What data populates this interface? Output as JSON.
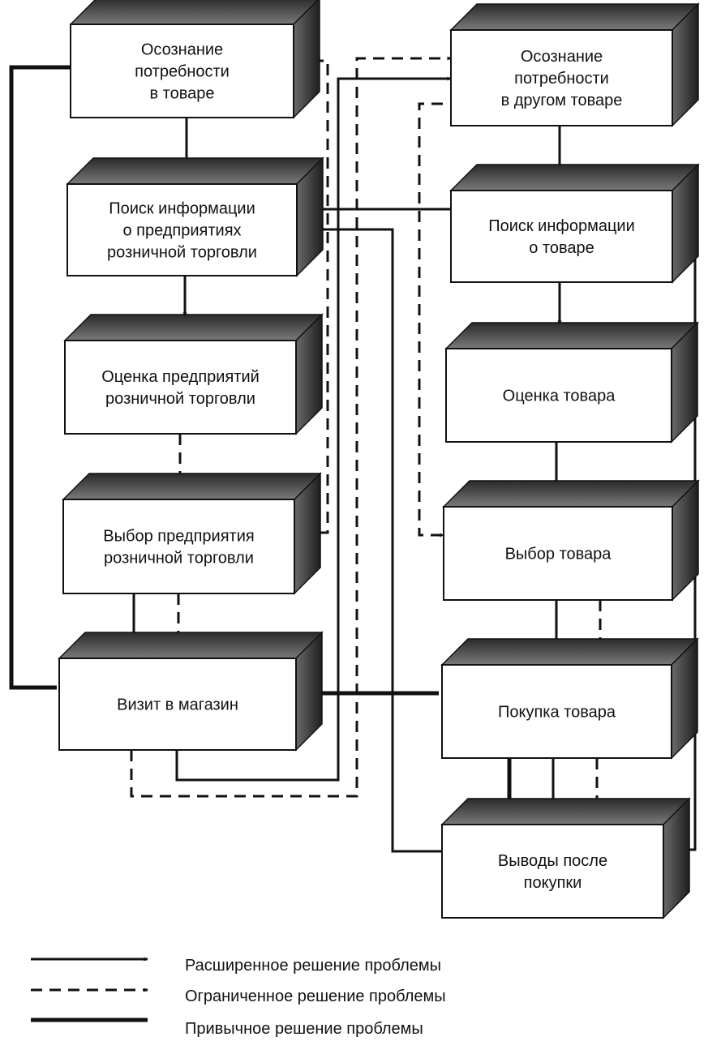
{
  "boxes": {
    "need_recognition": [
      "Осознание",
      "потребности",
      "в товаре"
    ],
    "store_info_search": [
      "Поиск информации",
      "о предприятиях",
      "розничной торговли"
    ],
    "store_evaluation": [
      "Оценка предприятий",
      "розничной торговли"
    ],
    "store_choice": [
      "Выбор предприятия",
      "розничной торговли"
    ],
    "store_visit": [
      "Визит в магазин"
    ],
    "other_need": [
      "Осознание",
      "потребности",
      "в другом товаре"
    ],
    "product_info_search": [
      "Поиск информации",
      "о товаре"
    ],
    "product_evaluation": [
      "Оценка товара"
    ],
    "product_choice": [
      "Выбор товара"
    ],
    "purchase": [
      "Покупка товара"
    ],
    "post_purchase": [
      "Выводы после",
      "покупки"
    ]
  },
  "legend": {
    "extended": "Расширенное решение проблемы",
    "limited": "Ограниченное решение проблемы",
    "routine": "Привычное решение проблемы"
  }
}
